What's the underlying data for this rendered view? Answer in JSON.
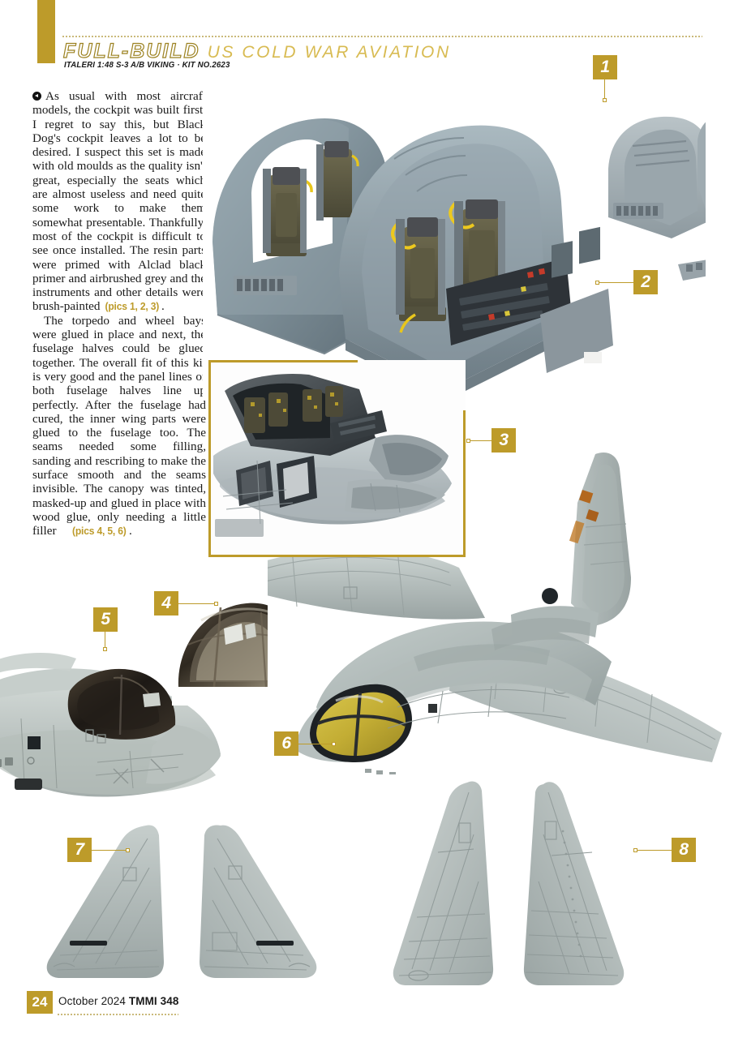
{
  "header": {
    "title_main": "FULL-BUILD",
    "title_sub": "US COLD WAR AVIATION",
    "kit_line": "ITALERI 1:48 S-3 A/B VIKING · KIT NO.2623"
  },
  "article": {
    "paragraph_1_a": "As usual with most aircraft models, the cockpit was built first. I regret to say this, but Black Dog's cockpit leaves a lot to be desired. I suspect this set is made with old moulds as the quality isn't great, especially the seats which are almost useless and need quite some work to make them somewhat presentable. Thankfully, most of the cockpit is difficult to see once installed. The resin parts were primed with Alclad black primer and airbrushed grey and the instruments and other details were brush-painted ",
    "paragraph_1_pics": "(pics 1, 2, 3)",
    "paragraph_1_b": ".",
    "paragraph_2_a": "The torpedo and wheel bays were glued in place and next, the fuselage halves could be glued together. The overall fit of this kit is very good and the panel lines of both fuselage halves line up perfectly. After the fuselage had cured, the inner wing parts were glued to the fuselage too. The seams needed some filling, sanding and rescribing to make the surface smooth and the seams invisible. The canopy was tinted, masked-up and glued in place with wood glue, only needing a little filler ",
    "paragraph_2_pics": "(pics 4, 5, 6)",
    "paragraph_2_b": "."
  },
  "callouts": [
    {
      "number": "1",
      "caption": "resin-cockpit-tub-detail"
    },
    {
      "number": "2",
      "caption": "cockpit-assembly-installed"
    },
    {
      "number": "3",
      "caption": "fuselage-halves-inner-wings"
    },
    {
      "number": "4",
      "caption": "tinted-canopy-part"
    },
    {
      "number": "5",
      "caption": "forward-fuselage-canopy-fitted"
    },
    {
      "number": "6",
      "caption": "masked-canopy-on-airframe"
    },
    {
      "number": "7",
      "caption": "horizontal-stabiliser-pair"
    },
    {
      "number": "8",
      "caption": "outer-wing-panels"
    }
  ],
  "footer": {
    "page_number": "24",
    "issue_date": "October 2024",
    "publication": "TMMI 348"
  },
  "colors": {
    "gold": "#bd9b2a",
    "gold_light": "#d8bb52",
    "gold_stroke": "#9c8221",
    "text": "#1a1a1a",
    "page_bg": "#ffffff"
  }
}
